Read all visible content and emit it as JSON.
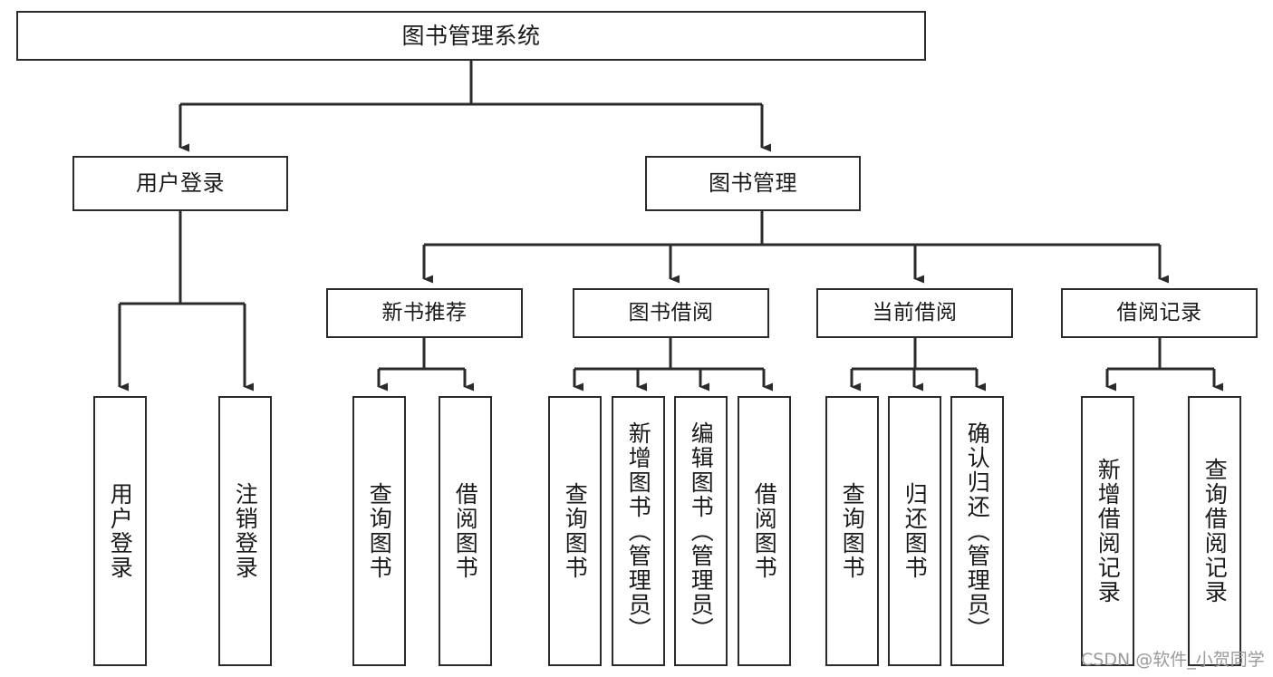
{
  "diagram": {
    "title": "图书管理系统",
    "type": "tree-hierarchy-chart",
    "root": {
      "label": "图书管理系统"
    },
    "level2": [
      {
        "label": "用户登录"
      },
      {
        "label": "图书管理"
      }
    ],
    "level3": [
      {
        "label": "新书推荐"
      },
      {
        "label": "图书借阅"
      },
      {
        "label": "当前借阅"
      },
      {
        "label": "借阅记录"
      }
    ],
    "leaves": {
      "user_login": [
        {
          "label": "用户登录"
        },
        {
          "label": "注销登录"
        }
      ],
      "new_book_recommend": [
        {
          "label": "查询图书"
        },
        {
          "label": "借阅图书"
        }
      ],
      "book_borrow": [
        {
          "label": "查询图书"
        },
        {
          "label": "新增图书（管理员）"
        },
        {
          "label": "编辑图书（管理员）"
        },
        {
          "label": "借阅图书"
        }
      ],
      "current_borrow": [
        {
          "label": "查询图书"
        },
        {
          "label": "归还图书"
        },
        {
          "label": "确认归还（管理员）"
        }
      ],
      "borrow_record": [
        {
          "label": "新增借阅记录"
        },
        {
          "label": "查询借阅记录"
        }
      ]
    },
    "colors": {
      "stroke": "#2b2b2b",
      "fill": "#ffffff",
      "text": "#1a1a1a",
      "watermark": "#9a9a9a"
    }
  },
  "watermark": {
    "text": "CSDN @软件_小贺同学"
  }
}
